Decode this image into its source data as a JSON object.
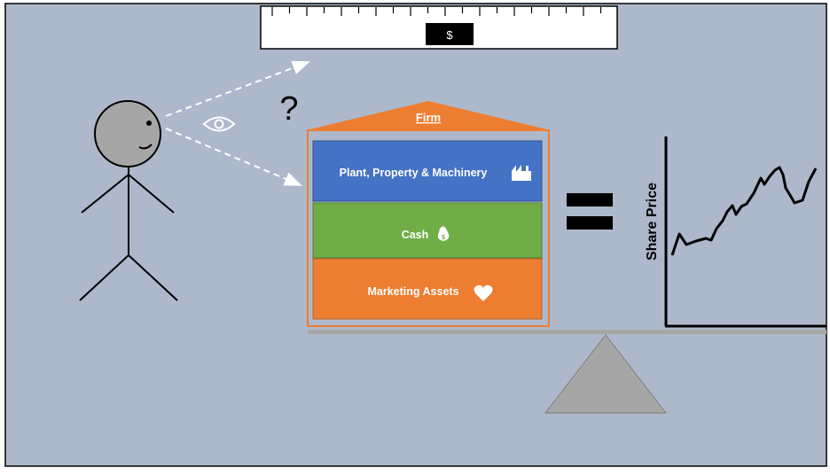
{
  "ruler": {
    "label": "$"
  },
  "question_mark": "?",
  "firm": {
    "title": "Firm",
    "assets": [
      {
        "label": "Plant, Property & Machinery",
        "icon": "factory-icon",
        "color": "#4472C4"
      },
      {
        "label": "Cash",
        "icon": "money-bag-icon",
        "color": "#70AD47"
      },
      {
        "label": "Marketing Assets",
        "icon": "heart-icon",
        "color": "#ED7D31"
      }
    ],
    "roof_color": "#ED7D31"
  },
  "equals_sign": "=",
  "share_chart": {
    "ylabel": "Share Price"
  },
  "colors": {
    "background": "#ADB9CA",
    "person_head": "#A6A6A6",
    "fulcrum": "#A6A6A6",
    "beam": "#A6A6A6",
    "arrow": "#FFFFFF"
  }
}
